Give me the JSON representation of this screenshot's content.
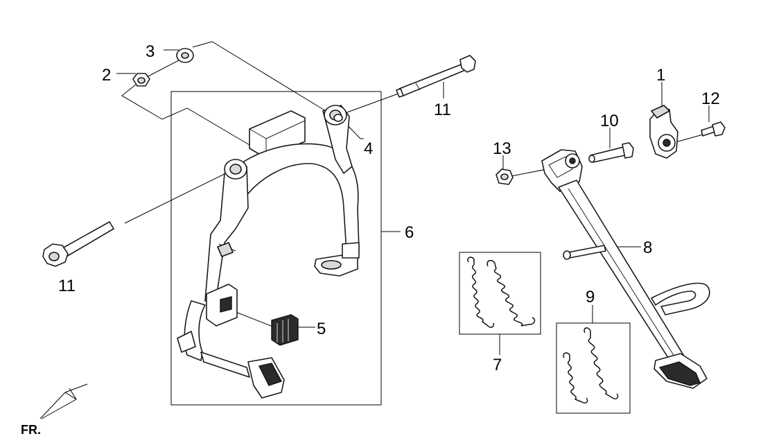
{
  "callouts": {
    "p1": "1",
    "p2": "2",
    "p3": "3",
    "p4": "4",
    "p5": "5",
    "p6": "6",
    "p7": "7",
    "p8": "8",
    "p9": "9",
    "p10": "10",
    "p11_top": "11",
    "p11_left": "11",
    "p12": "12",
    "p13": "13"
  },
  "orientation": {
    "label": "FR."
  }
}
